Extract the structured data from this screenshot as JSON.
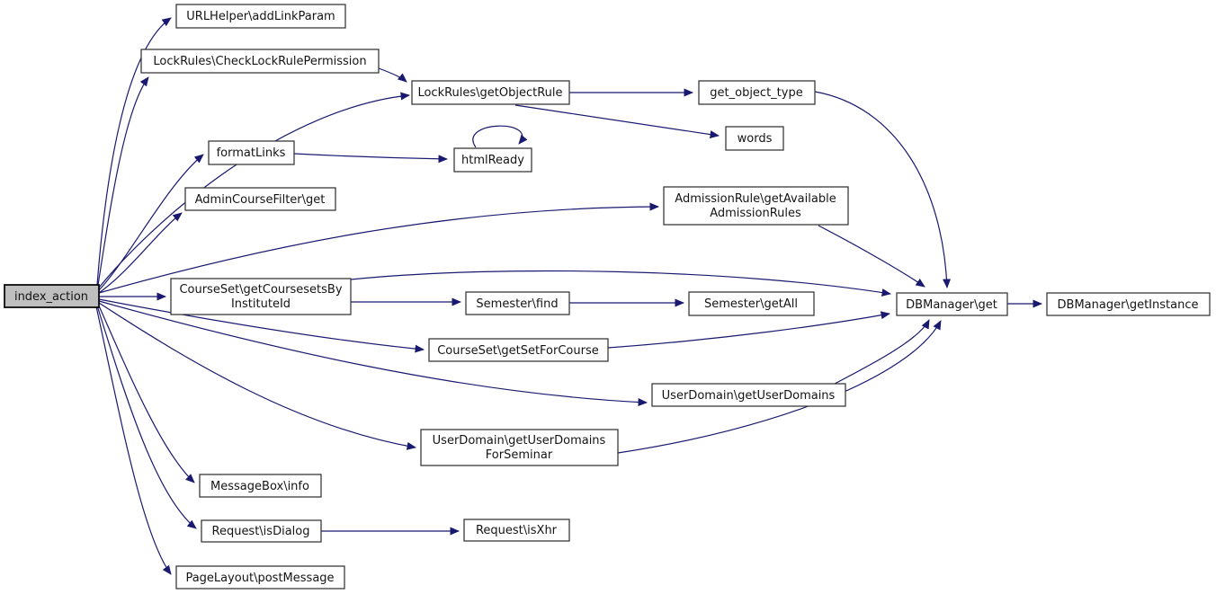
{
  "diagram": {
    "type": "call-graph",
    "colors": {
      "edge": "#191970",
      "node_fill": "#ffffff",
      "node_border": "#3a3a3a",
      "highlight_fill": "#bfbfbf",
      "background": "#ffffff",
      "text": "#141414"
    },
    "nodes": [
      {
        "id": "index_action",
        "label": "index_action",
        "highlighted": true
      },
      {
        "id": "urlhelper_addlinkparam",
        "label": "URLHelper\\addLinkParam"
      },
      {
        "id": "lockrules_checklockrulepermission",
        "label": "LockRules\\CheckLockRulePermission"
      },
      {
        "id": "lockrules_getobjectrule",
        "label": "LockRules\\getObjectRule"
      },
      {
        "id": "get_object_type",
        "label": "get_object_type"
      },
      {
        "id": "words",
        "label": "words"
      },
      {
        "id": "formatlinks",
        "label": "formatLinks"
      },
      {
        "id": "htmlready",
        "label": "htmlReady"
      },
      {
        "id": "admincoursefilter_get",
        "label": "AdminCourseFilter\\get"
      },
      {
        "id": "admissionrule_getavailableadmissionrules",
        "label": "AdmissionRule\\getAvailableAdmissionRules",
        "lines": [
          "AdmissionRule\\getAvailable",
          "AdmissionRules"
        ]
      },
      {
        "id": "courseset_getcoursesetsbyinstituteid",
        "label": "CourseSet\\getCoursesetsByInstituteId",
        "lines": [
          "CourseSet\\getCoursesetsBy",
          "InstituteId"
        ]
      },
      {
        "id": "semester_find",
        "label": "Semester\\find"
      },
      {
        "id": "semester_getall",
        "label": "Semester\\getAll"
      },
      {
        "id": "dbmanager_get",
        "label": "DBManager\\get"
      },
      {
        "id": "dbmanager_getinstance",
        "label": "DBManager\\getInstance"
      },
      {
        "id": "courseset_getsetforcourse",
        "label": "CourseSet\\getSetForCourse"
      },
      {
        "id": "userdomain_getuserdomains",
        "label": "UserDomain\\getUserDomains"
      },
      {
        "id": "userdomain_getuserdomainsforseminar",
        "label": "UserDomain\\getUserDomainsForSeminar",
        "lines": [
          "UserDomain\\getUserDomains",
          "ForSeminar"
        ]
      },
      {
        "id": "messagebox_info",
        "label": "MessageBox\\info"
      },
      {
        "id": "request_isdialog",
        "label": "Request\\isDialog"
      },
      {
        "id": "request_isxhr",
        "label": "Request\\isXhr"
      },
      {
        "id": "pagelayout_postmessage",
        "label": "PageLayout\\postMessage"
      }
    ],
    "edges": [
      {
        "from": "index_action",
        "to": "urlhelper_addlinkparam"
      },
      {
        "from": "index_action",
        "to": "lockrules_checklockrulepermission"
      },
      {
        "from": "index_action",
        "to": "lockrules_getobjectrule"
      },
      {
        "from": "index_action",
        "to": "formatlinks"
      },
      {
        "from": "index_action",
        "to": "admincoursefilter_get"
      },
      {
        "from": "index_action",
        "to": "admissionrule_getavailableadmissionrules"
      },
      {
        "from": "index_action",
        "to": "courseset_getcoursesetsbyinstituteid"
      },
      {
        "from": "index_action",
        "to": "courseset_getsetforcourse"
      },
      {
        "from": "index_action",
        "to": "userdomain_getuserdomains"
      },
      {
        "from": "index_action",
        "to": "userdomain_getuserdomainsforseminar"
      },
      {
        "from": "index_action",
        "to": "messagebox_info"
      },
      {
        "from": "index_action",
        "to": "request_isdialog"
      },
      {
        "from": "index_action",
        "to": "pagelayout_postmessage"
      },
      {
        "from": "lockrules_checklockrulepermission",
        "to": "lockrules_getobjectrule"
      },
      {
        "from": "lockrules_getobjectrule",
        "to": "get_object_type"
      },
      {
        "from": "lockrules_getobjectrule",
        "to": "words"
      },
      {
        "from": "formatlinks",
        "to": "htmlready"
      },
      {
        "from": "htmlready",
        "to": "htmlready"
      },
      {
        "from": "get_object_type",
        "to": "dbmanager_get"
      },
      {
        "from": "admissionrule_getavailableadmissionrules",
        "to": "dbmanager_get"
      },
      {
        "from": "courseset_getcoursesetsbyinstituteid",
        "to": "dbmanager_get"
      },
      {
        "from": "courseset_getcoursesetsbyinstituteid",
        "to": "semester_find"
      },
      {
        "from": "semester_find",
        "to": "semester_getall"
      },
      {
        "from": "courseset_getsetforcourse",
        "to": "dbmanager_get"
      },
      {
        "from": "userdomain_getuserdomains",
        "to": "dbmanager_get"
      },
      {
        "from": "userdomain_getuserdomainsforseminar",
        "to": "dbmanager_get"
      },
      {
        "from": "request_isdialog",
        "to": "request_isxhr"
      },
      {
        "from": "dbmanager_get",
        "to": "dbmanager_getinstance"
      }
    ]
  }
}
